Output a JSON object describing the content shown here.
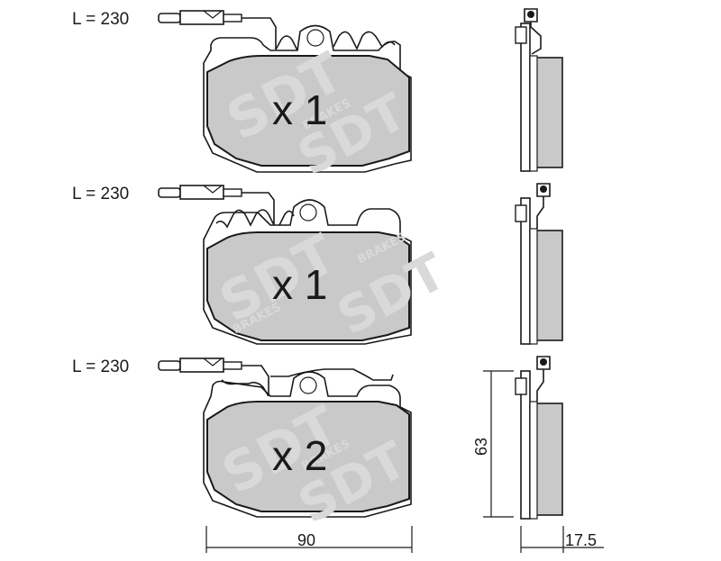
{
  "pads": [
    {
      "sensor_length": "L = 230",
      "quantity": "x 1"
    },
    {
      "sensor_length": "L = 230",
      "quantity": "x 1"
    },
    {
      "sensor_length": "L = 230",
      "quantity": "x 2"
    }
  ],
  "dimensions": {
    "width": "90",
    "height": "63",
    "thickness": "17.5"
  },
  "watermark": {
    "brand": "SDT",
    "sub": "BRAKES"
  },
  "colors": {
    "pad_fill": "#c9c9c9",
    "line": "#1a1a1a"
  }
}
